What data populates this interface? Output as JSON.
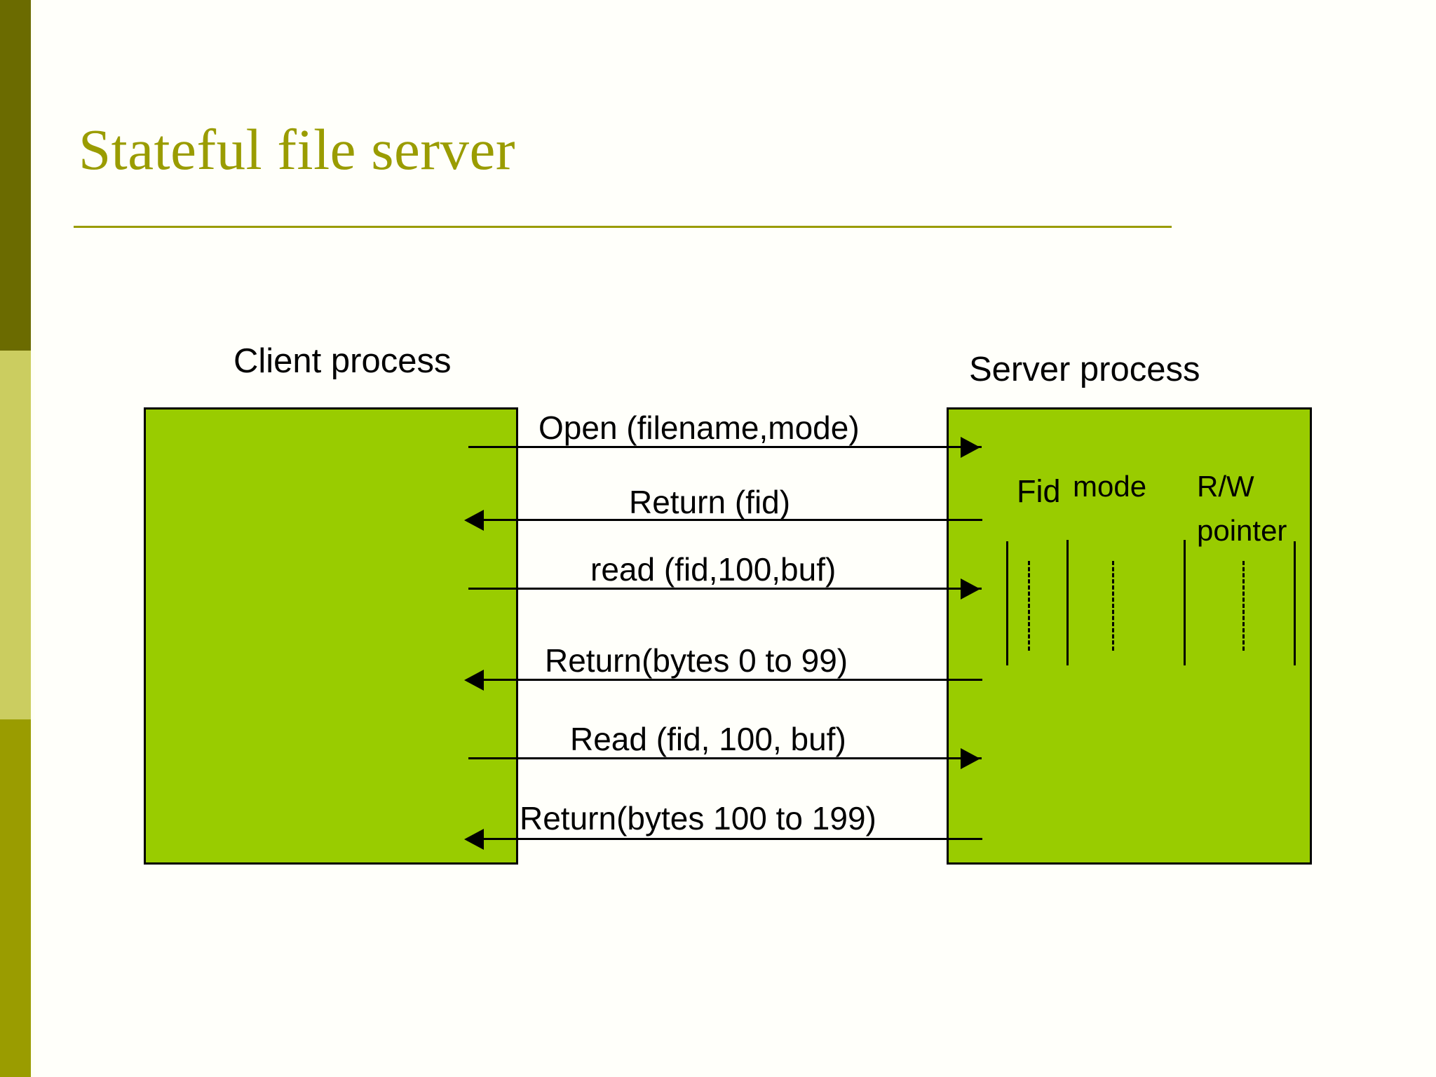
{
  "slide": {
    "title": "Stateful file server",
    "title_color": "#9a9c00",
    "background": "#fffffa"
  },
  "sidebar": {
    "bands": [
      {
        "name": "dark-olive-band",
        "color": "#6b6b00"
      },
      {
        "name": "light-olive-band",
        "color": "#cbcd60"
      },
      {
        "name": "olive-band",
        "color": "#9a9c00"
      }
    ]
  },
  "diagram": {
    "type": "sequence-diagram",
    "box_fill": "#99cc00",
    "client": {
      "label": "Client process"
    },
    "server": {
      "label": "Server process"
    },
    "server_table": {
      "columns": [
        "Fid",
        "mode",
        "R/W",
        "pointer"
      ],
      "solid_rule_count": 4,
      "dotted_rule_count": 3
    },
    "messages": [
      {
        "text": "Open (filename,mode)",
        "direction": "right"
      },
      {
        "text": "Return (fid)",
        "direction": "left"
      },
      {
        "text": "read (fid,100,buf)",
        "direction": "right"
      },
      {
        "text": "Return(bytes 0 to 99)",
        "direction": "left"
      },
      {
        "text": "Read (fid, 100, buf)",
        "direction": "right"
      },
      {
        "text": "Return(bytes 100 to 199)",
        "direction": "left"
      }
    ]
  }
}
